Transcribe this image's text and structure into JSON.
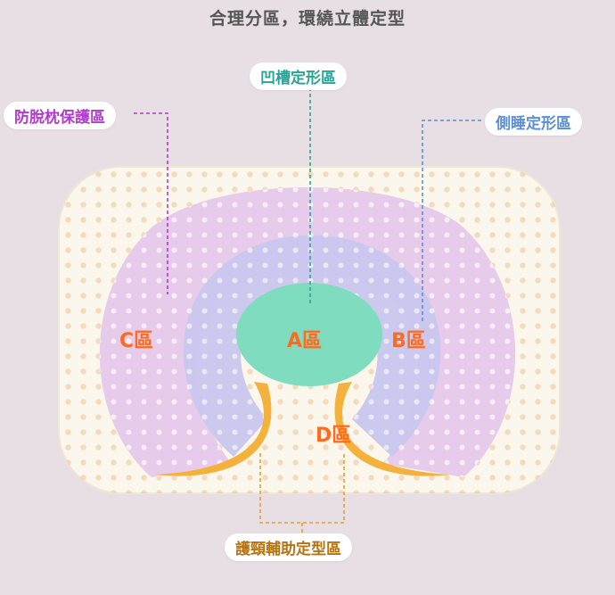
{
  "title": "合理分區，環繞立體定型",
  "labels": {
    "a_concave": "凹槽定形區",
    "c_anti_slip": "防脫枕保護區",
    "b_side": "側睡定形區",
    "d_neck": "護頸輔助定型區"
  },
  "zones": {
    "a": "A區",
    "b": "B區",
    "c": "C區",
    "d": "D區"
  },
  "colors": {
    "background": "#e7dfe3",
    "pillow": "#fbf7ec",
    "zone_a": "#7fdcbf",
    "zone_b": "#c9c6ee",
    "zone_c": "#e6c8ea",
    "zone_d": "#f4b13c",
    "zone_text": "#ff6a1f",
    "line_a": "#2aa394",
    "line_c": "#b23ad0",
    "line_b": "#5b8fd1",
    "line_d": "#e5a02a"
  }
}
